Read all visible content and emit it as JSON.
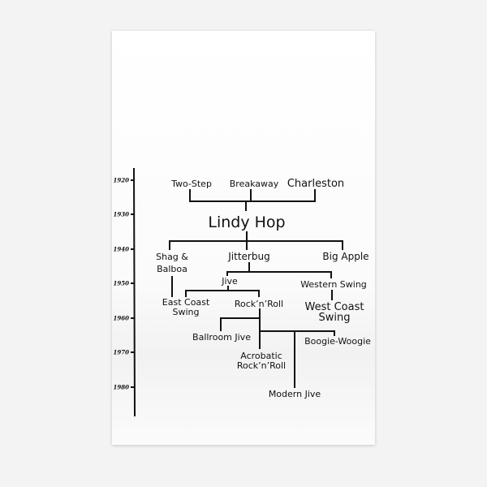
{
  "timeline": {
    "years": [
      "1920",
      "1930",
      "1940",
      "1950",
      "1960",
      "1970",
      "1980"
    ]
  },
  "nodes": {
    "two_step": "Two-Step",
    "breakaway": "Breakaway",
    "charleston": "Charleston",
    "lindy_hop": "Lindy Hop",
    "shag_balboa": [
      "Shag &",
      "Balboa"
    ],
    "jitterbug": "Jitterbug",
    "big_apple": "Big Apple",
    "jive": "Jive",
    "western_swing": "Western Swing",
    "east_coast_swing": [
      "East Coast",
      "Swing"
    ],
    "rock_n_roll": "Rock’n’Roll",
    "west_coast_swing": [
      "West Coast",
      "Swing"
    ],
    "ballroom_jive": "Ballroom Jive",
    "boogie_woogie": "Boogie-Woogie",
    "acrobatic_rock_n_roll": [
      "Acrobatic",
      "Rock’n’Roll"
    ],
    "modern_jive": "Modern Jive"
  }
}
